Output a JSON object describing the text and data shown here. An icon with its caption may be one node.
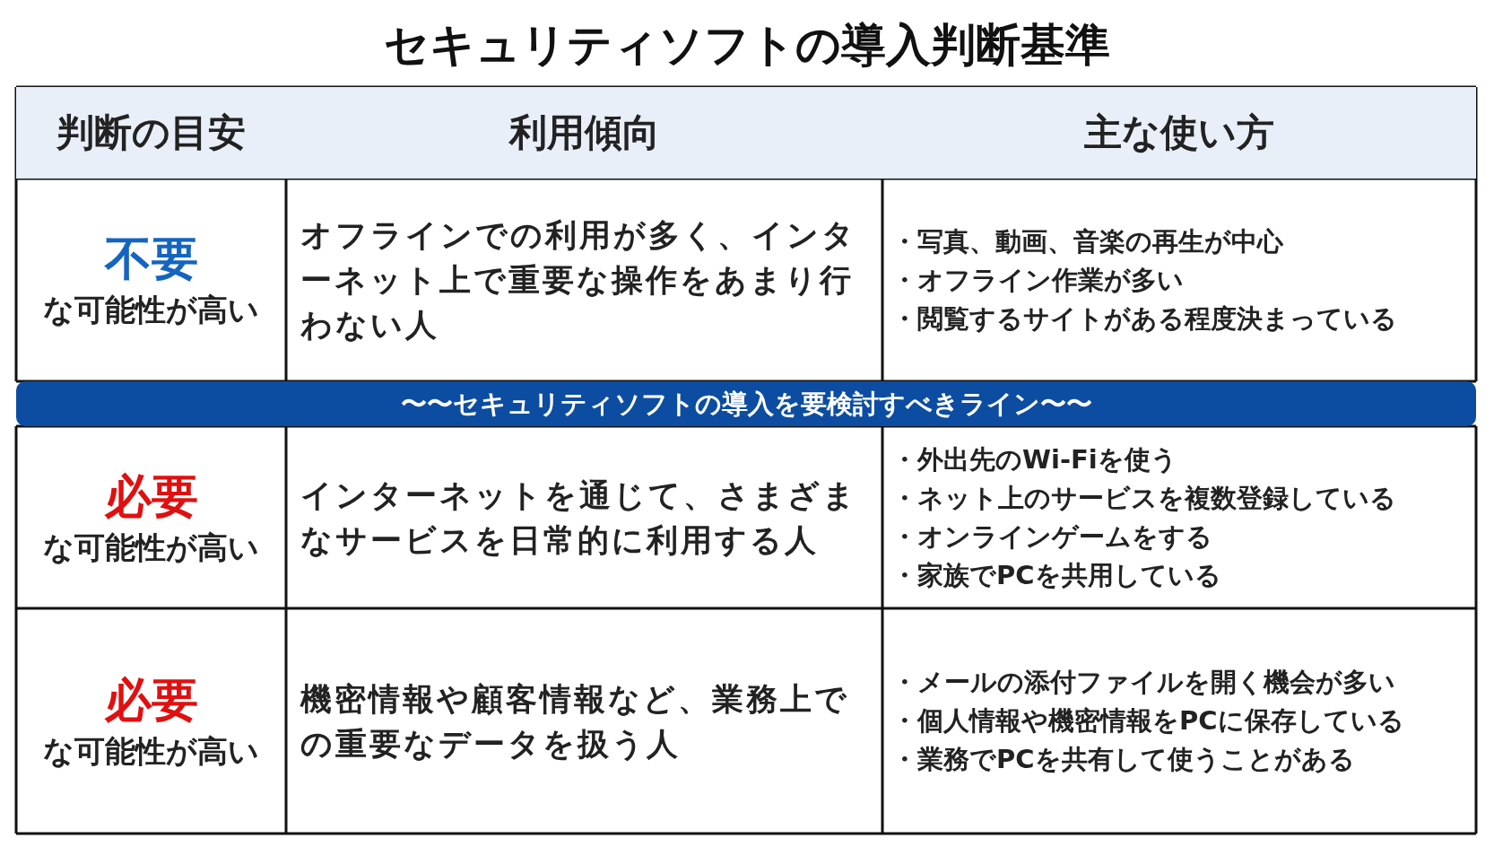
{
  "diagram": {
    "title": "セキュリティソフトの導入判断基準",
    "labels": [
      "判断の目安",
      "利用傾向",
      "主な使い方",
      "不要",
      "な可能性が高い",
      "オフラインでの利用が多く、インターネット上で重要な操作をあまり行わない人",
      "・写真、動画、音楽の再生が中心",
      "・オフライン作業が多い",
      "・閲覧するサイトがある程度決まっている",
      "〜〜セキュリティソフトの導入を要検討すべきライン〜〜",
      "必要",
      "な可能性が高い",
      "インターネットを通じて、さまざまなサービスを日常的に利用する人",
      "・外出先のWi-Fiを使う",
      "・ネット上のサービスを複数登録している",
      "・オンラインゲームをする",
      "・家族でPCを共用している",
      "必要",
      "な可能性が高い",
      "機密情報や顧客情報など、業務上での重要なデータを扱う人",
      "・メールの添付ファイルを開く機会が多い",
      "・個人情報や機密情報をPCに保存している",
      "・業務でPCを共有して使うことがある"
    ]
  }
}
